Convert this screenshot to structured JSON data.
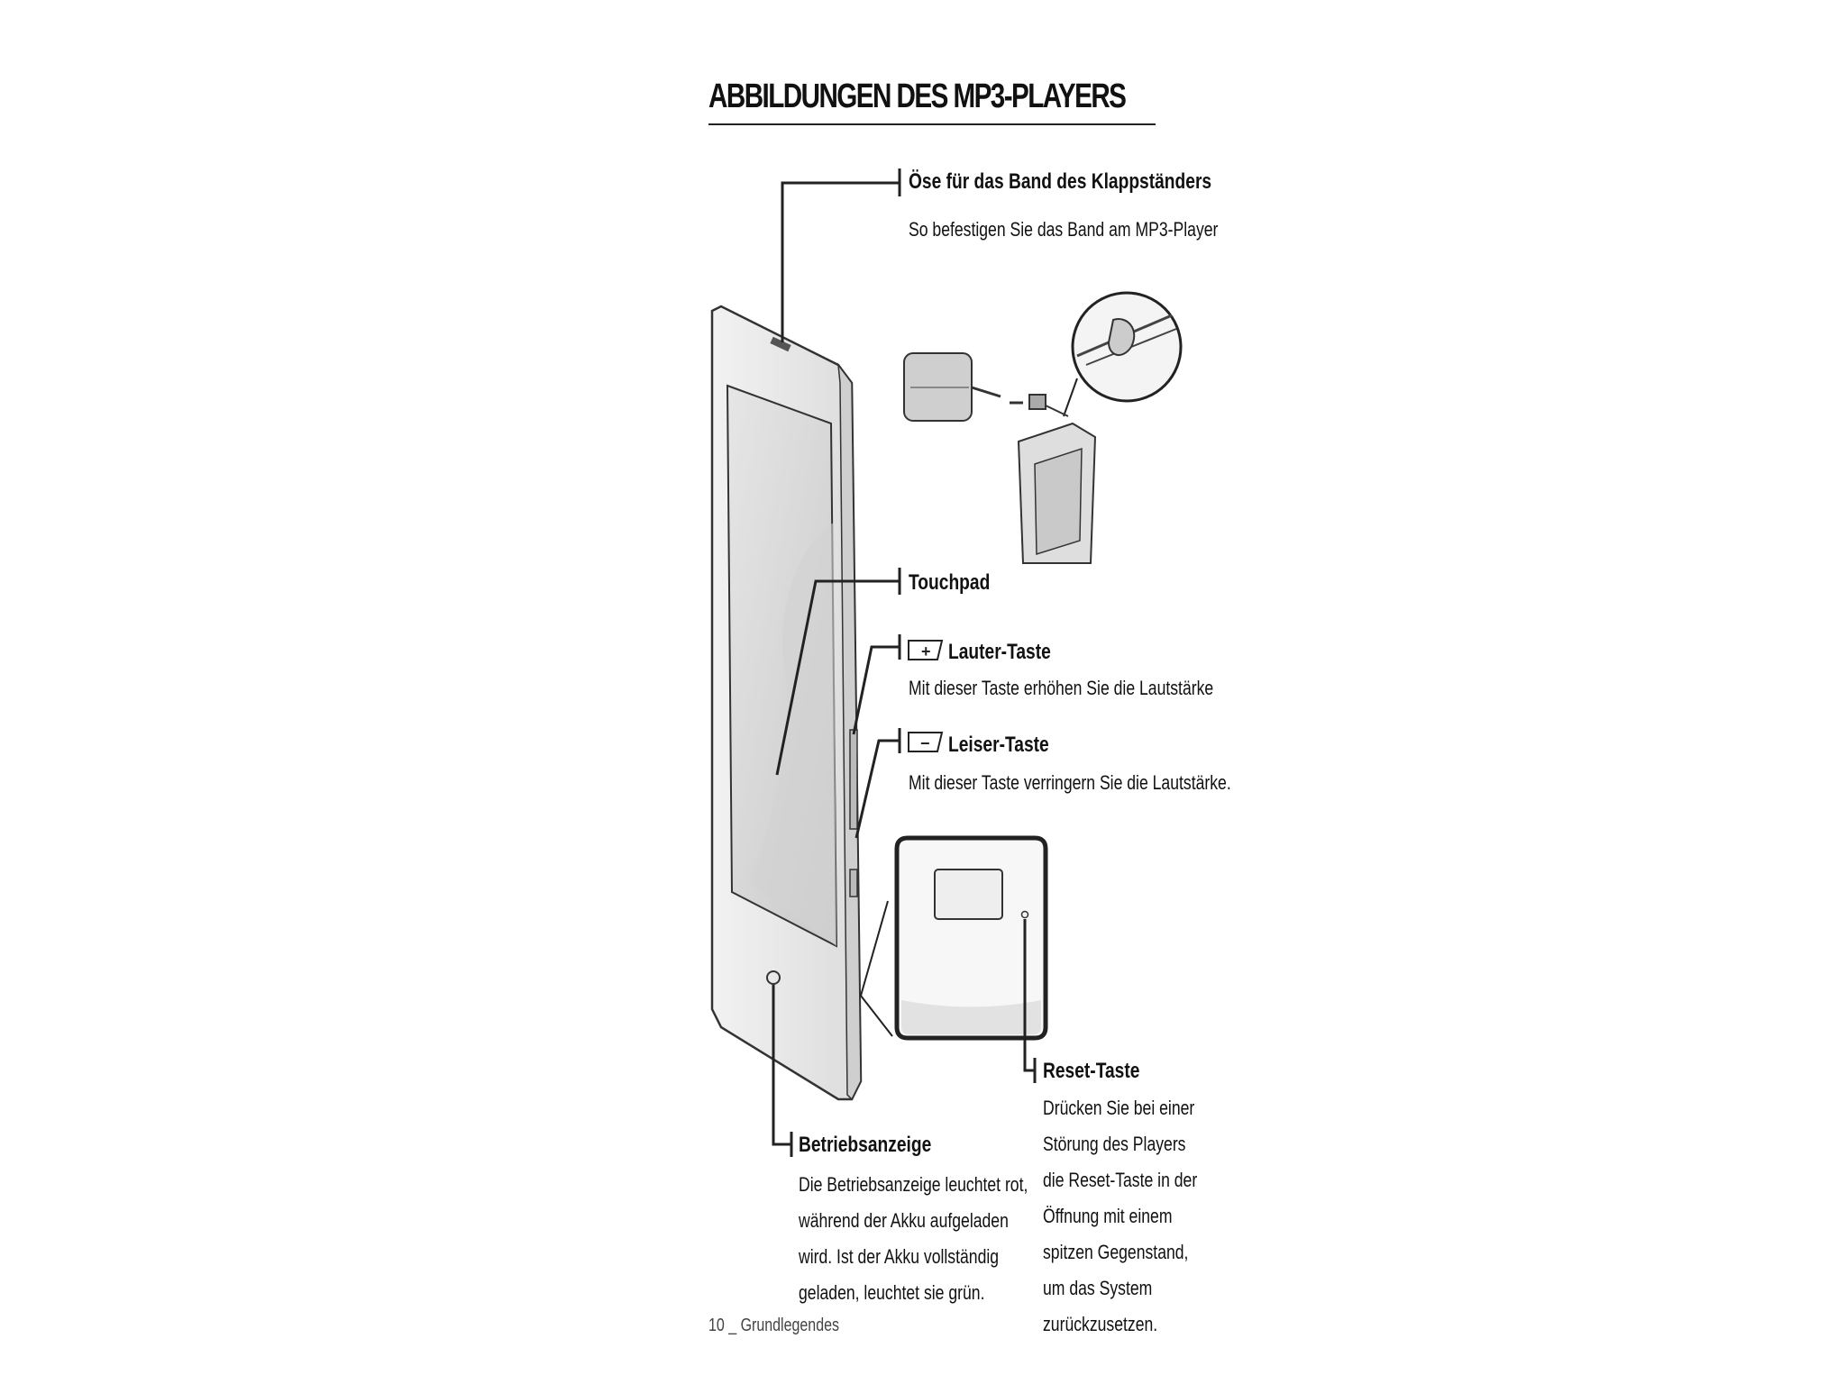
{
  "title": "ABBILDUNGEN DES MP3-PLAYERS",
  "labels": {
    "oese_heading": "Öse für das Band des Klappständers",
    "oese_text": "So befestigen Sie das Band am MP3-Player",
    "touchpad": "Touchpad",
    "lauter_heading": "Lauter-Taste",
    "lauter_text": "Mit dieser Taste erhöhen Sie die Lautstärke",
    "leiser_heading": "Leiser-Taste",
    "leiser_text": "Mit dieser Taste verringern Sie die Lautstärke.",
    "reset_heading": "Reset-Taste",
    "reset_lines": [
      "Drücken Sie bei einer",
      "Störung des Players",
      "die Reset-Taste in der",
      "Öffnung mit einem",
      "spitzen Gegenstand,",
      "um das System",
      "zurückzusetzen."
    ],
    "betrieb_heading": "Betriebsanzeige",
    "betrieb_lines": [
      "Die Betriebsanzeige leuchtet rot,",
      "während der Akku aufgeladen",
      "wird. Ist der Akku vollständig",
      "geladen, leuchtet sie grün."
    ]
  },
  "icons": {
    "plus_key": "plus-key-icon",
    "minus_key": "minus-key-icon"
  },
  "footer": "10 _ Grundlegendes"
}
